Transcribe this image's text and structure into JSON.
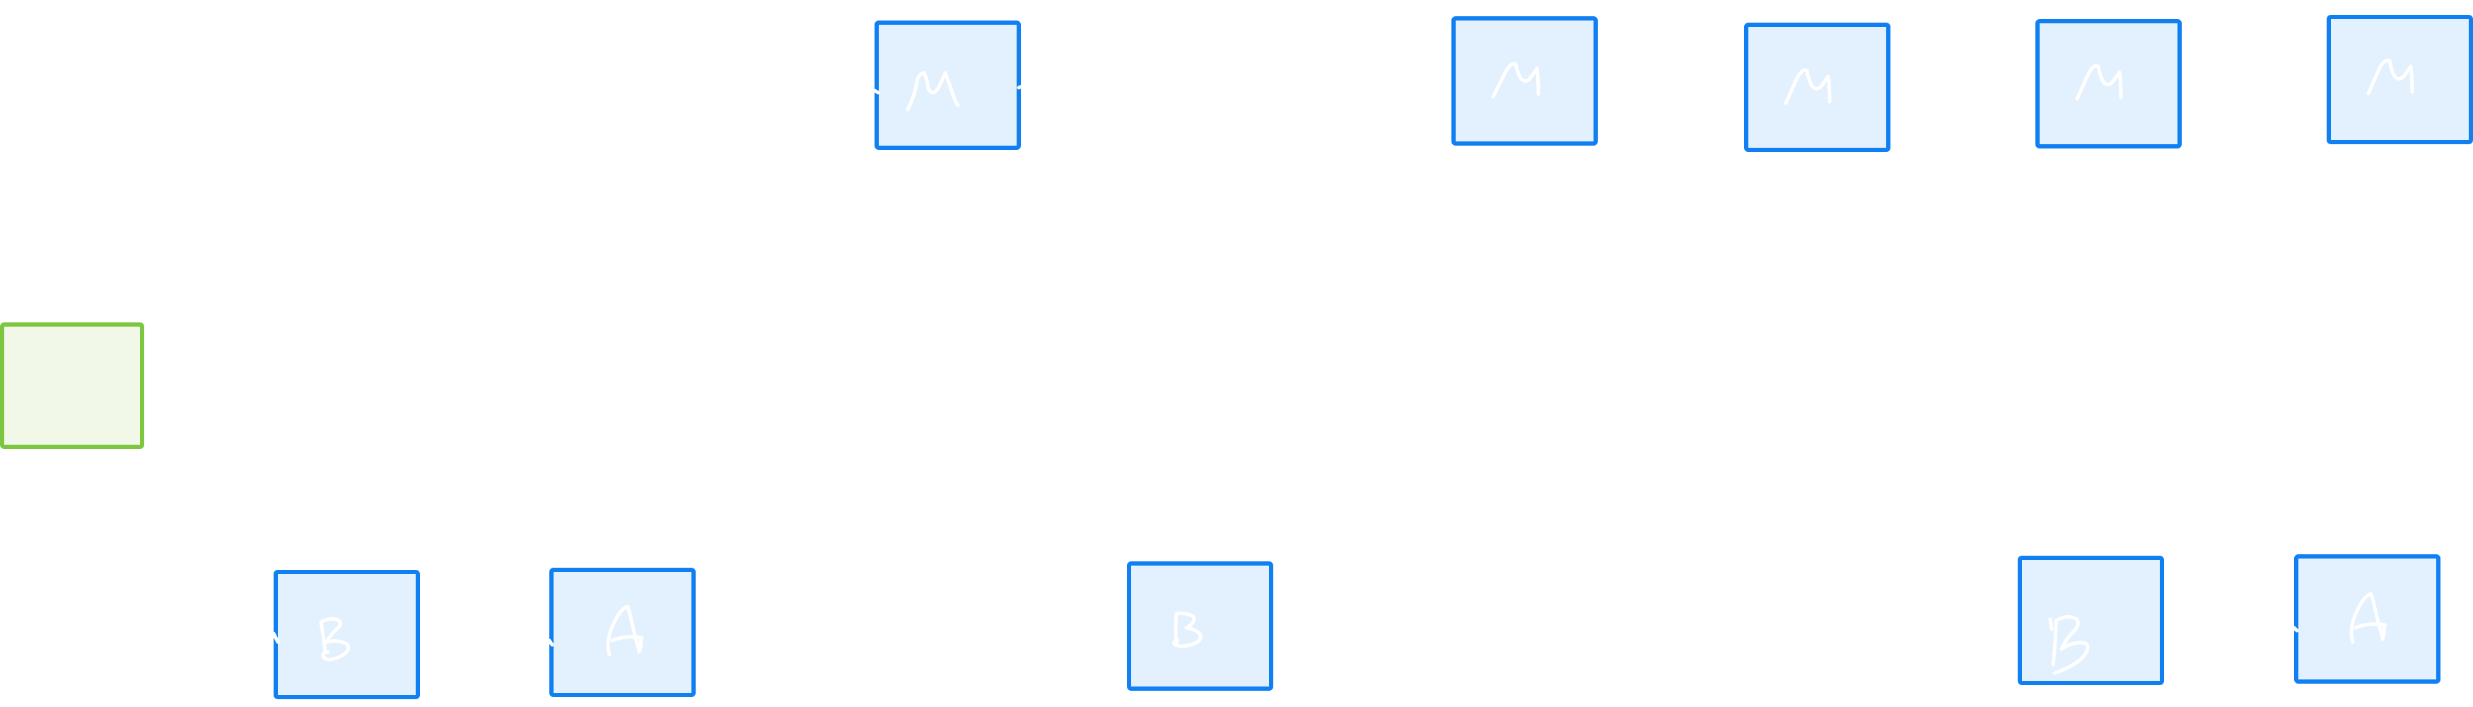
{
  "diagram": {
    "nodes": [
      {
        "id": "m1",
        "label": "M",
        "color": "#0f7ff2"
      },
      {
        "id": "m2",
        "label": "M",
        "color": "#0f7ff2"
      },
      {
        "id": "m3",
        "label": "M",
        "color": "#0f7ff2"
      },
      {
        "id": "m4",
        "label": "M",
        "color": "#0f7ff2"
      },
      {
        "id": "m5",
        "label": "M",
        "color": "#0f7ff2"
      },
      {
        "id": "start",
        "label": "",
        "color": "#7dc640"
      },
      {
        "id": "b1",
        "label": "B",
        "color": "#0f7ff2"
      },
      {
        "id": "a1",
        "label": "A",
        "color": "#0f7ff2"
      },
      {
        "id": "b2",
        "label": "B",
        "color": "#0f7ff2"
      },
      {
        "id": "b3",
        "label": "B",
        "color": "#0f7ff2"
      },
      {
        "id": "a2",
        "label": "A",
        "color": "#0f7ff2"
      }
    ],
    "colors": {
      "box_fill_blue": "#e3f0fe",
      "box_stroke_blue": "#0f7ff2",
      "box_fill_green": "#f1f8e8",
      "box_stroke_green": "#7dc640",
      "glyph_color": "#ffffff"
    }
  }
}
